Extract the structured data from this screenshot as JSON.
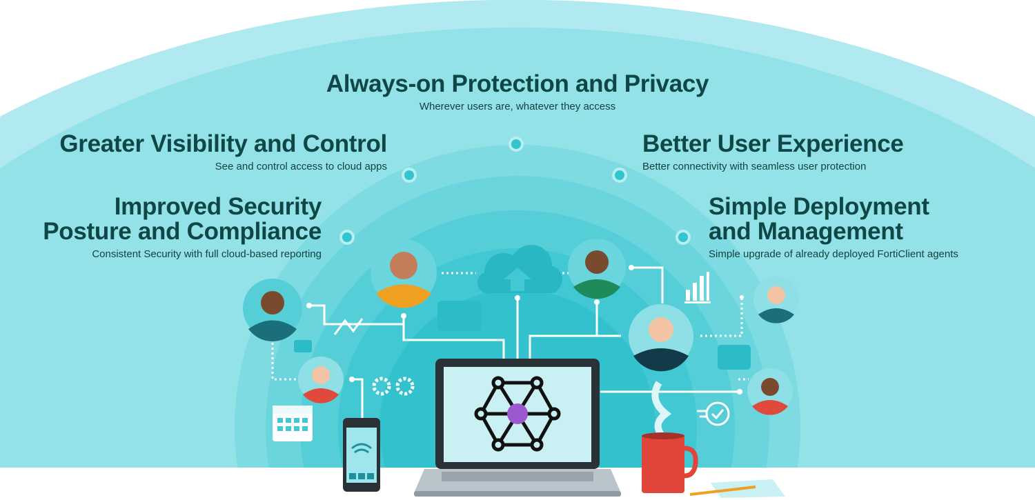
{
  "benefits": {
    "top": {
      "title": "Always-on Protection and Privacy",
      "subtitle": "Wherever users are, whatever they access"
    },
    "left_upper": {
      "title": "Greater Visibility and Control",
      "subtitle": "See and control access to cloud apps"
    },
    "right_upper": {
      "title": "Better User Experience",
      "subtitle": "Better connectivity with seamless user protection"
    },
    "left_lower": {
      "title_line1": "Improved Security",
      "title_line2": "Posture and Compliance",
      "subtitle": "Consistent Security with full cloud-based reporting"
    },
    "right_lower": {
      "title_line1": "Simple Deployment",
      "title_line2": "and Management",
      "subtitle": "Simple upgrade of already deployed FortiClient agents"
    }
  },
  "colors": {
    "outer": "#b0e9ef",
    "mid": "#92e2e8",
    "ring1": "#6ed7df",
    "ring2": "#4fcdd7",
    "ring3": "#33c4cf",
    "text": "#0f4646",
    "accent": "#9b59d0"
  }
}
